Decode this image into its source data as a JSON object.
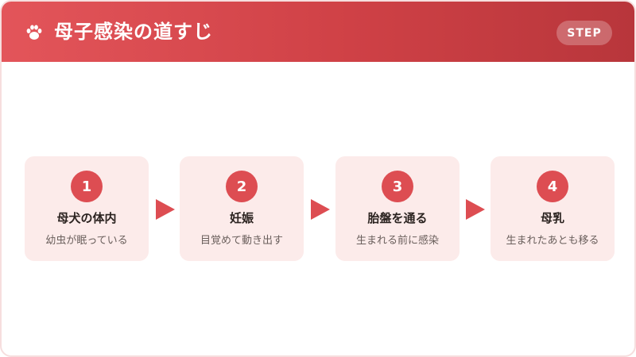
{
  "header": {
    "title": "母子感染の道すじ",
    "badge": "STEP",
    "icon": "paw-icon"
  },
  "colors": {
    "accent": "#dd4d52",
    "card_bg": "#fcebea",
    "header_start": "#e3555a",
    "header_end": "#b8363b"
  },
  "steps": [
    {
      "number": "1",
      "title": "母犬の体内",
      "desc": "幼虫が眠っている"
    },
    {
      "number": "2",
      "title": "妊娠",
      "desc": "目覚めて動き出す"
    },
    {
      "number": "3",
      "title": "胎盤を通る",
      "desc": "生まれる前に感染"
    },
    {
      "number": "4",
      "title": "母乳",
      "desc": "生まれたあとも移る"
    }
  ]
}
